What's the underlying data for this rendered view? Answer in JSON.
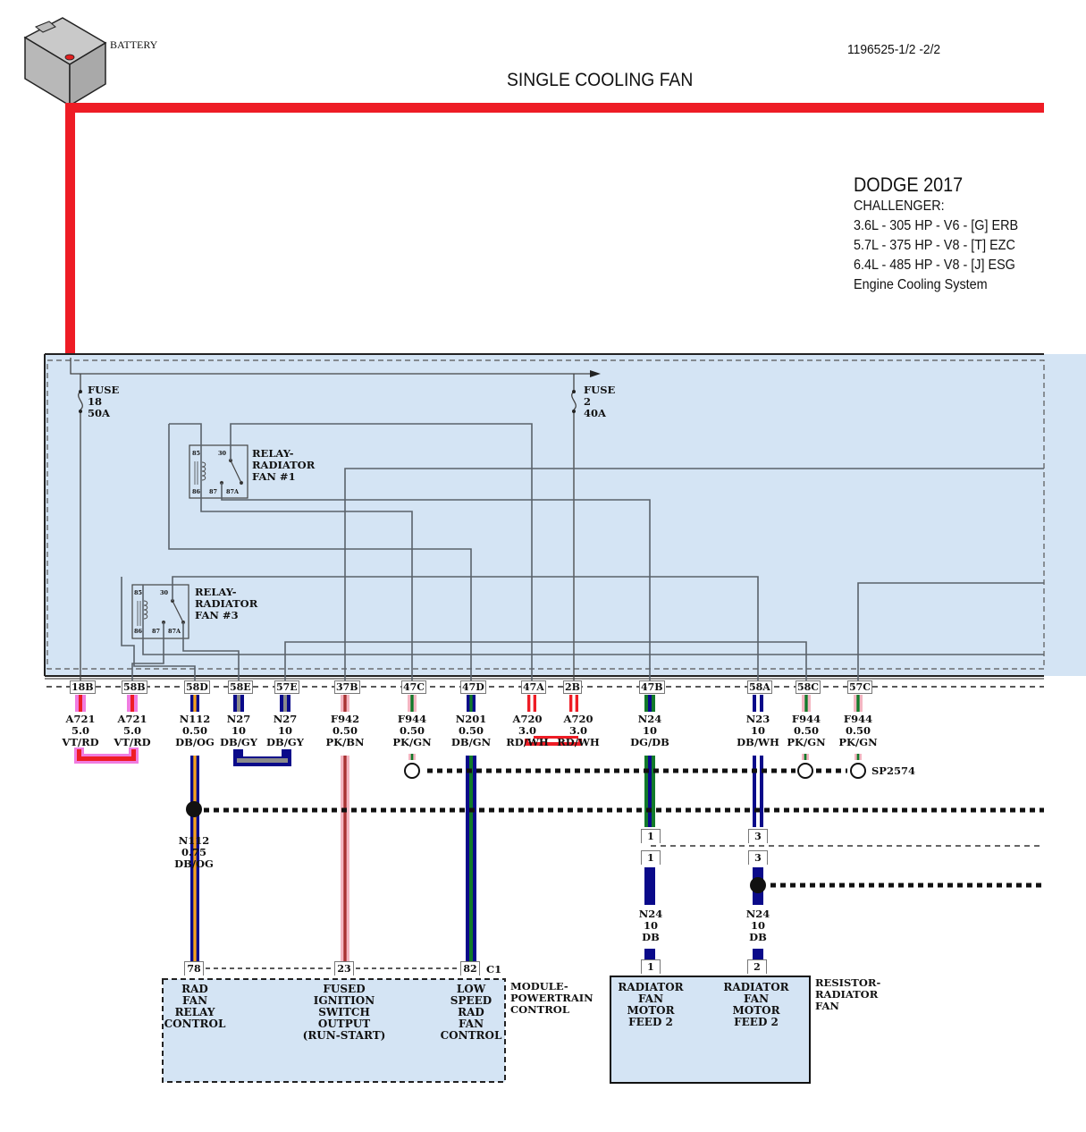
{
  "header": {
    "title": "SINGLE COOLING FAN",
    "document_id": "1196525-1/2 -2/2",
    "battery_label": "BATTERY"
  },
  "vehicle": {
    "make_year": "DODGE 2017",
    "model": "CHALLENGER:",
    "engines": [
      "3.6L - 305 HP - V6 - [G] ERB",
      "5.7L - 375 HP - V8 - [T] EZC",
      "6.4L - 485 HP - V8 - [J] ESG"
    ],
    "system": "Engine Cooling System"
  },
  "fuses": [
    {
      "label": "FUSE",
      "number": "18",
      "rating": "50A"
    },
    {
      "label": "FUSE",
      "number": "2",
      "rating": "40A"
    }
  ],
  "relays": [
    {
      "name_lines": [
        "RELAY-",
        "RADIATOR",
        "FAN #1"
      ],
      "pins": [
        "85",
        "30",
        "86",
        "87",
        "87A"
      ]
    },
    {
      "name_lines": [
        "RELAY-",
        "RADIATOR",
        "FAN #3"
      ],
      "pins": [
        "85",
        "30",
        "86",
        "87",
        "87A"
      ]
    }
  ],
  "connector_pins": [
    {
      "id": "18B",
      "circuit": "A721",
      "gauge": "5.0",
      "color": "VT/RD"
    },
    {
      "id": "58B",
      "circuit": "A721",
      "gauge": "5.0",
      "color": "VT/RD"
    },
    {
      "id": "58D",
      "circuit": "N112",
      "gauge": "0.50",
      "color": "DB/OG"
    },
    {
      "id": "58E",
      "circuit": "N27",
      "gauge": "10",
      "color": "DB/GY"
    },
    {
      "id": "57E",
      "circuit": "N27",
      "gauge": "10",
      "color": "DB/GY"
    },
    {
      "id": "37B",
      "circuit": "F942",
      "gauge": "0.50",
      "color": "PK/BN"
    },
    {
      "id": "47C",
      "circuit": "F944",
      "gauge": "0.50",
      "color": "PK/GN"
    },
    {
      "id": "47D",
      "circuit": "N201",
      "gauge": "0.50",
      "color": "DB/GN"
    },
    {
      "id": "47A",
      "circuit": "A720",
      "gauge": "3.0",
      "color": "RD/WH"
    },
    {
      "id": "2B",
      "circuit": "A720",
      "gauge": "3.0",
      "color": "RD/WH"
    },
    {
      "id": "47B",
      "circuit": "N24",
      "gauge": "10",
      "color": "DG/DB"
    },
    {
      "id": "58A",
      "circuit": "N23",
      "gauge": "10",
      "color": "DB/WH"
    },
    {
      "id": "58C",
      "circuit": "F944",
      "gauge": "0.50",
      "color": "PK/GN"
    },
    {
      "id": "57C",
      "circuit": "F944",
      "gauge": "0.50",
      "color": "PK/GN"
    }
  ],
  "splice": {
    "label": "SP2574"
  },
  "n112_lower": {
    "circuit": "N112",
    "gauge": "0.75",
    "color": "DB/OG"
  },
  "inline_connector": {
    "pins": [
      "1",
      "3"
    ]
  },
  "resistor_wires": [
    {
      "circuit": "N24",
      "gauge": "10",
      "color": "DB"
    },
    {
      "circuit": "N24",
      "gauge": "10",
      "color": "DB"
    }
  ],
  "pcm": {
    "connector": "C1",
    "name_lines": [
      "MODULE-",
      "POWERTRAIN",
      "CONTROL"
    ],
    "pins": [
      {
        "pin": "78",
        "function_lines": [
          "RAD",
          "FAN",
          "RELAY",
          "CONTROL"
        ]
      },
      {
        "pin": "23",
        "function_lines": [
          "FUSED",
          "IGNITION",
          "SWITCH",
          "OUTPUT",
          "(RUN-START)"
        ]
      },
      {
        "pin": "82",
        "function_lines": [
          "LOW",
          "SPEED",
          "RAD",
          "FAN",
          "CONTROL"
        ]
      }
    ]
  },
  "resistor": {
    "name_lines": [
      "RESISTOR-",
      "RADIATOR",
      "FAN"
    ],
    "pins": [
      {
        "pin": "1",
        "function_lines": [
          "RADIATOR",
          "FAN",
          "MOTOR",
          "FEED 2"
        ]
      },
      {
        "pin": "2",
        "function_lines": [
          "RADIATOR",
          "FAN",
          "MOTOR",
          "FEED 2"
        ]
      }
    ]
  },
  "colors": {
    "battery_feed": "#ee1c25",
    "pdc_fill": "#d4e4f4",
    "dark_blue": "#0a0a8a",
    "orange": "#f7a21b",
    "green": "#117a2a",
    "pink": "#f4b6c2",
    "violet": "#f07ce0",
    "brown": "#a83232",
    "gray": "#8a8a8a",
    "white": "#ffffff"
  }
}
